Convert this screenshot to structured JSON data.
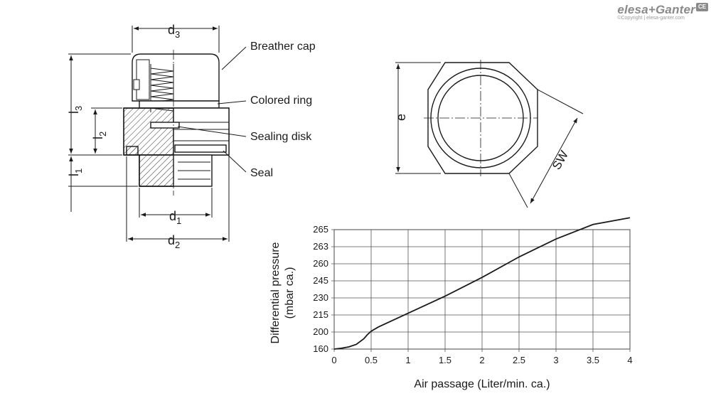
{
  "brand": {
    "name": "elesa+Ganter",
    "copyright": "©Copyright | elesa-ganter.com",
    "badge": "CE"
  },
  "drawing": {
    "labels": {
      "breather_cap": "Breather cap",
      "colored_ring": "Colored ring",
      "sealing_disk": "Sealing disk",
      "seal": "Seal"
    },
    "dimensions": {
      "d3": {
        "main": "d",
        "sub": "3"
      },
      "d1": {
        "main": "d",
        "sub": "1"
      },
      "d2": {
        "main": "d",
        "sub": "2"
      },
      "l3": {
        "main": "l",
        "sub": "3"
      },
      "l2": {
        "main": "l",
        "sub": "2"
      },
      "l1": {
        "main": "l",
        "sub": "1"
      },
      "e": "e",
      "sw": "SW"
    }
  },
  "chart_data": {
    "type": "line",
    "xlabel": "Air passage (Liter/min. ca.)",
    "ylabel_line1": "Differential pressure",
    "ylabel_line2": "(mbar ca.)",
    "x_ticks": [
      "0",
      "0.5",
      "1",
      "1.5",
      "2",
      "2.5",
      "3",
      "3.5",
      "4"
    ],
    "y_ticks": [
      "160",
      "200",
      "215",
      "230",
      "245",
      "260",
      "263",
      "265"
    ],
    "xlim": [
      0,
      4
    ],
    "grid": true,
    "series": [
      {
        "x": [
          0,
          0.1,
          0.2,
          0.3,
          0.4,
          0.45,
          0.5,
          0.6,
          0.8,
          1.0,
          1.5,
          2.0,
          2.5,
          3.0,
          3.5,
          4.0
        ],
        "y_tick_index": [
          0,
          0.05,
          0.13,
          0.28,
          0.6,
          0.85,
          1.05,
          1.3,
          1.7,
          2.1,
          3.1,
          4.2,
          5.4,
          6.45,
          7.3,
          7.7
        ]
      }
    ]
  }
}
